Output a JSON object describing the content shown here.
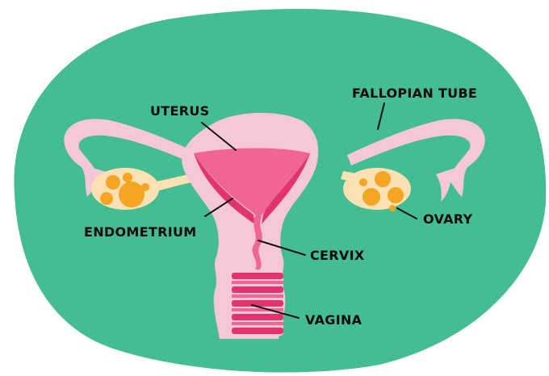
{
  "colors": {
    "background_blob": "#44bd92",
    "tissue_light": "#f6c7d6",
    "uterus": "#ef6593",
    "endometrium": "#e0336f",
    "ovary_follicle": "#f4a523",
    "ovary_body": "#fde1b3",
    "ligament": "#fde1b3",
    "label_text": "#0b0b0b"
  },
  "labels": {
    "uterus": "UTERUS",
    "fallopian_tube": "FALLOPIAN TUBE",
    "endometrium": "ENDOMETRIUM",
    "ovary": "OVARY",
    "cervix": "CERVIX",
    "vagina": "VAGINA"
  }
}
